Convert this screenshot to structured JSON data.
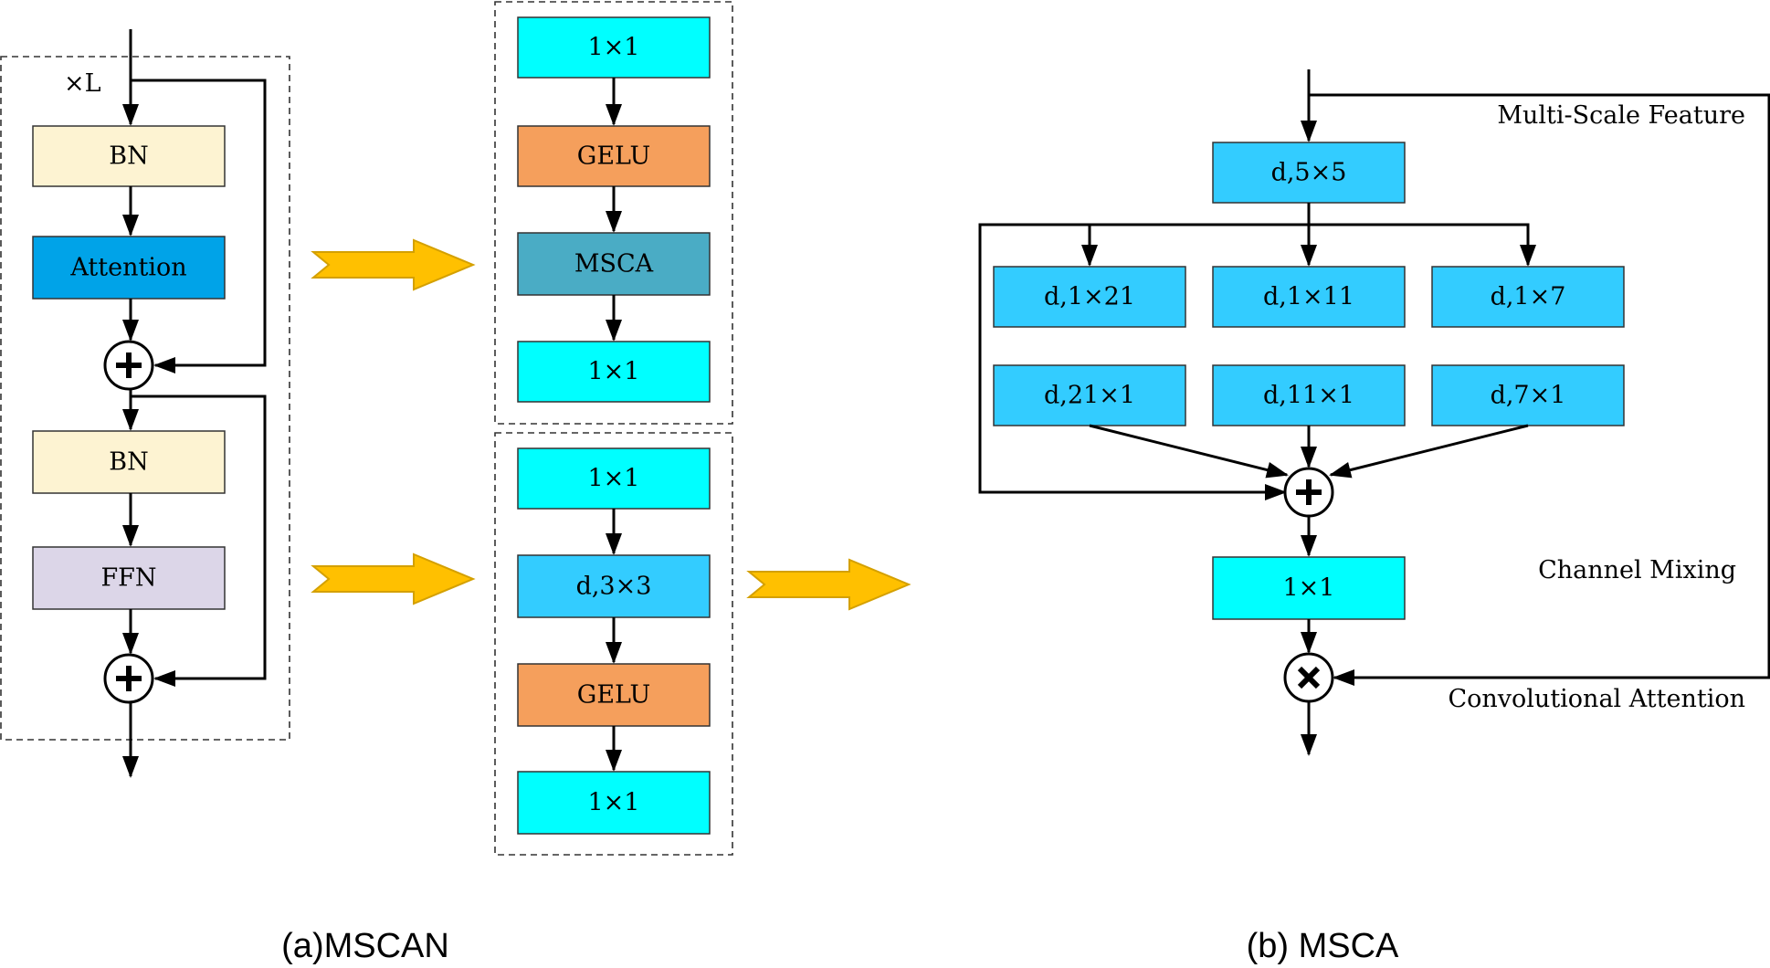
{
  "colors": {
    "bn": "#FDF3D2",
    "attention": "#00A3E8",
    "ffn": "#DCD6E8",
    "conv1x1": "#00FFFF",
    "gelu": "#F59F5C",
    "msca": "#4AACC5",
    "dwconv": "#33CCFF",
    "arrow_fill": "#FFC000",
    "arrow_stroke": "#D4A000"
  },
  "left": {
    "repeat_label": "×L",
    "bn1": "BN",
    "attention": "Attention",
    "bn2": "BN",
    "ffn": "FFN"
  },
  "middle": {
    "attn_b1": "1×1",
    "attn_b2": "GELU",
    "attn_b3": "MSCA",
    "attn_b4": "1×1",
    "ffn_b1": "1×1",
    "ffn_b2": "d,3×3",
    "ffn_b3": "GELU",
    "ffn_b4": "1×1"
  },
  "right": {
    "multi_scale_label": "Multi-Scale Feature",
    "channel_mixing_label": "Channel Mixing",
    "conv_attention_label": "Convolutional Attention",
    "d5x5": "d,5×5",
    "d1x21": "d,1×21",
    "d1x11": "d,1×11",
    "d1x7": "d,1×7",
    "d21x1": "d,21×1",
    "d11x1": "d,11×1",
    "d7x1": "d,7×1",
    "mix1x1": "1×1"
  },
  "symbols": {
    "plus": "+",
    "times": "×"
  },
  "captions": {
    "a": "(a)MSCAN",
    "b": "(b) MSCA"
  }
}
